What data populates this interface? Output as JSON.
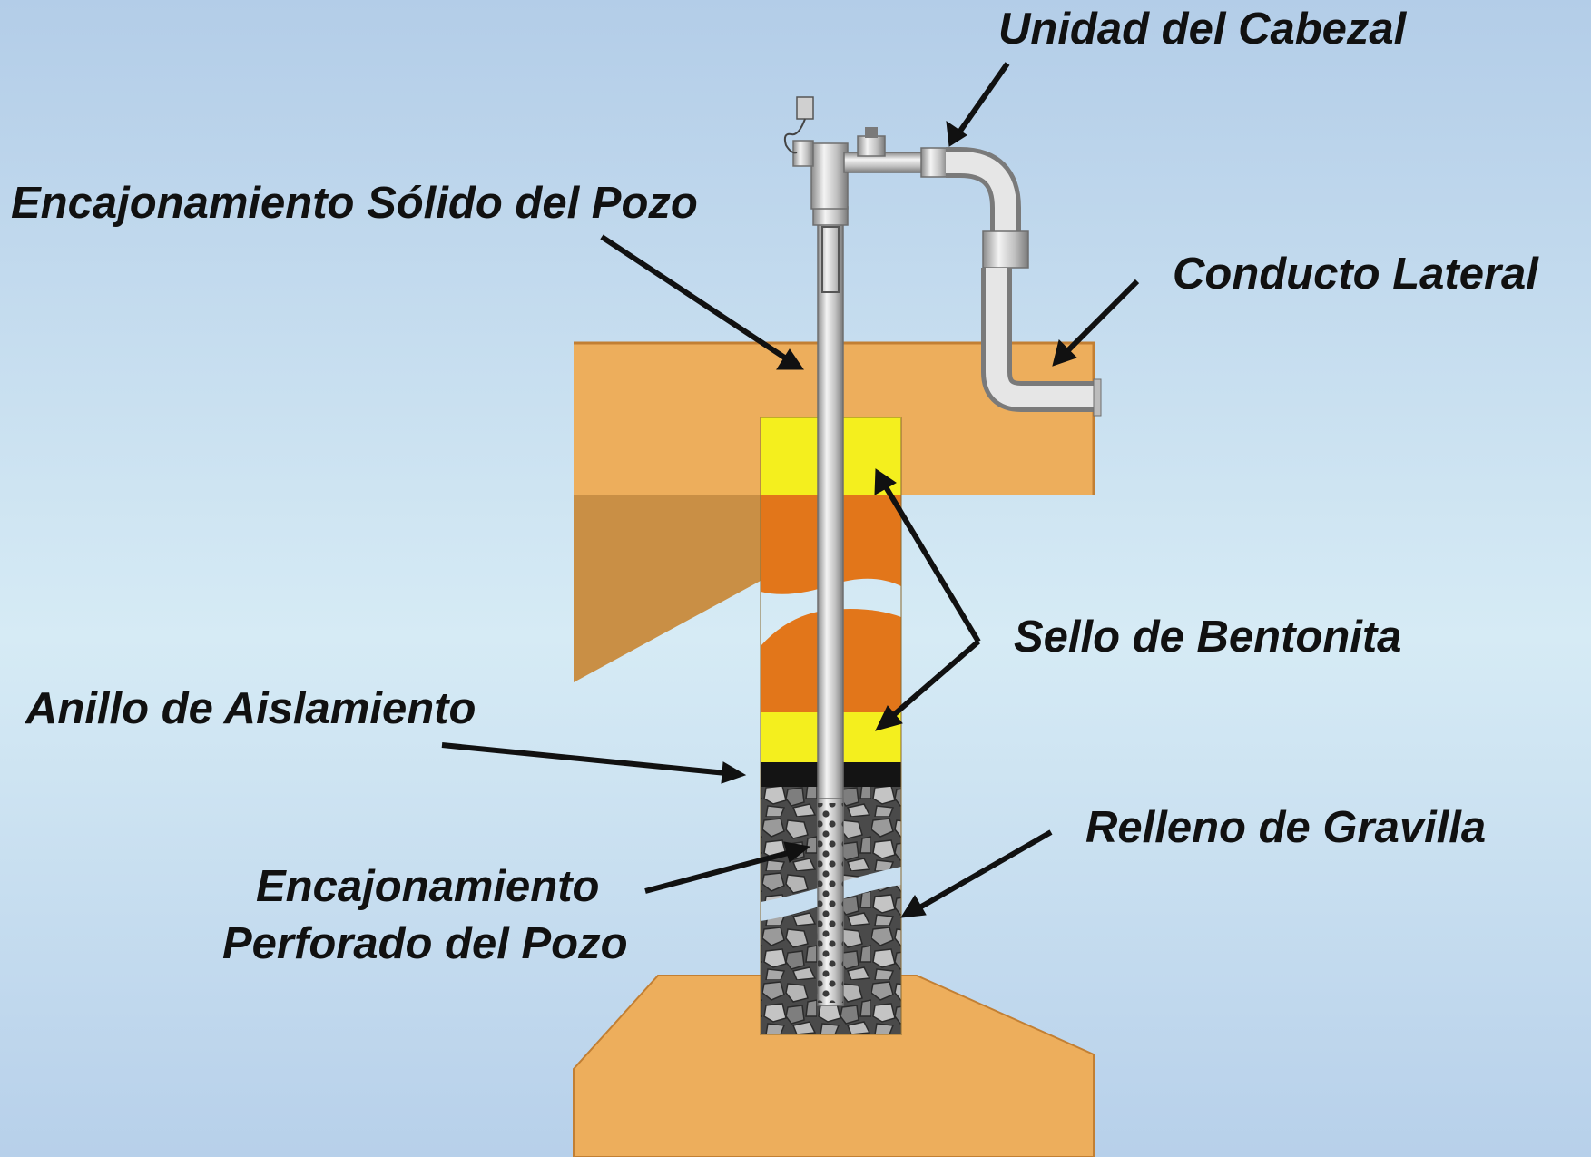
{
  "labels": {
    "wellhead": "Unidad del Cabezal",
    "solid_casing": "Encajonamiento Sólido del Pozo",
    "lateral": "Conducto Lateral",
    "bentonite": "Sello de Bentonita",
    "isolation_ring": "Anillo de Aislamiento",
    "gravel": "Relleno de Gravilla",
    "perforated_line1": "Encajonamiento",
    "perforated_line2": "Perforado del Pozo"
  },
  "colors": {
    "background_top": "#b9d2ea",
    "background_mid": "#d4e8f4",
    "soil": "#edae5c",
    "soil_shaded": "#c98f45",
    "bentonite": "#f4ef1e",
    "clay": "#e2761a",
    "isolation_ring": "#141414",
    "gravel": "#555555",
    "pipe": "#c8c8c8",
    "text": "#111111"
  }
}
